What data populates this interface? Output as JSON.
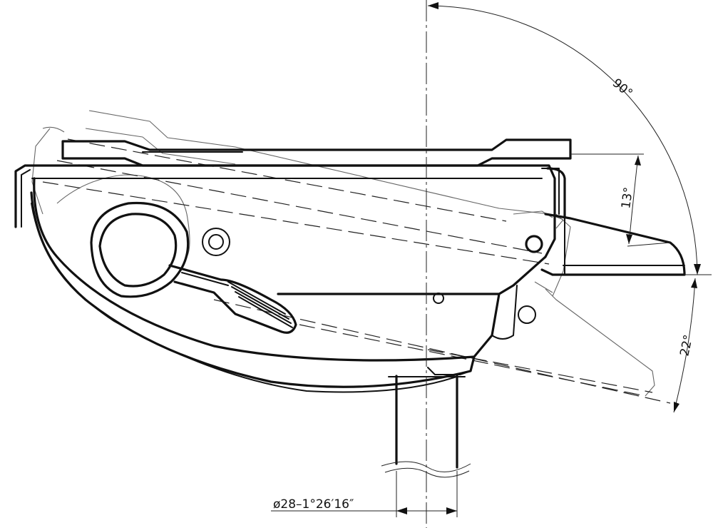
{
  "dimensions": {
    "angle_open": "90°",
    "angle_up": "13°",
    "angle_down": "22°",
    "tube": "ø28–1°26′16″"
  }
}
